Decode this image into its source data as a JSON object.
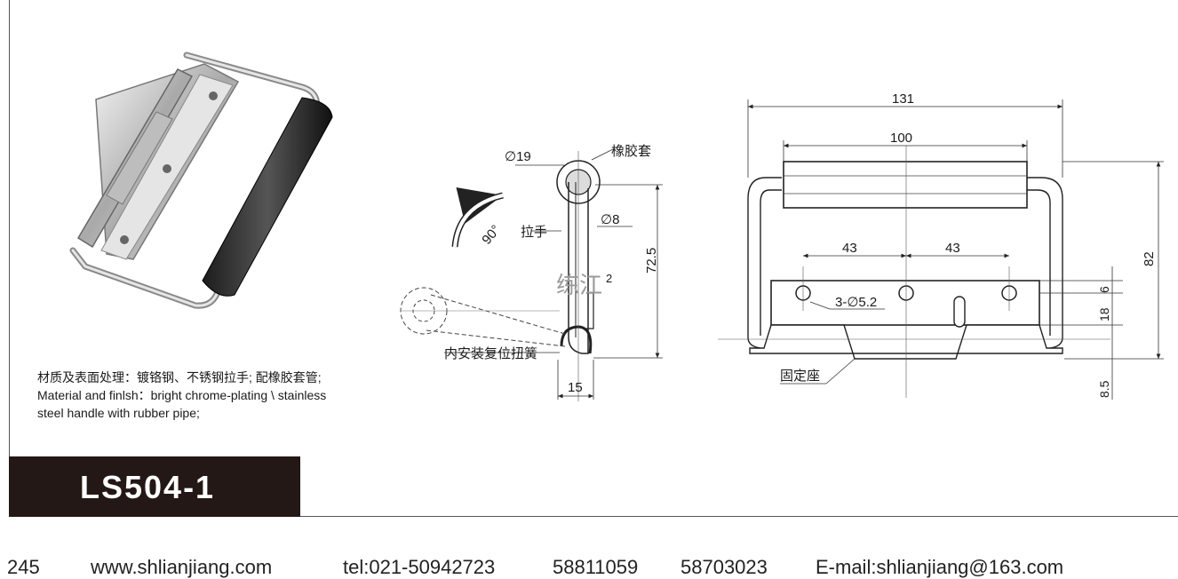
{
  "side_view": {
    "dia_top": "∅19",
    "rubber_label": "橡胶套",
    "angle": "90°",
    "handle_label": "拉手",
    "dia_mid": "∅8",
    "height": "72.5",
    "watermark": "练江",
    "watermark_sup": "2",
    "spring_label": "内安装复位扭簧",
    "width": "15"
  },
  "front_view": {
    "overall_width": "131",
    "grip_width": "100",
    "hole_spacing_left": "43",
    "hole_spacing_right": "43",
    "holes": "3-∅5.2",
    "height": "82",
    "dim_6": "6",
    "dim_18": "18",
    "dim_8_5": "8.5",
    "base_label": "固定座"
  },
  "spec": {
    "line_cn": "材质及表面处理：镀铬钢、不锈钢拉手; 配橡胶套管;",
    "line_en1": "Material and finlsh：bright chrome-plating \\ stainless",
    "line_en2": "steel handle with rubber pipe;"
  },
  "model": "LS504-1",
  "footer": {
    "page": "245",
    "website": "www.shlianjiang.com",
    "tel": "tel:021-50942723",
    "tel2": "58811059",
    "tel3": "58703023",
    "email": "E-mail:shlianjiang@163.com"
  }
}
